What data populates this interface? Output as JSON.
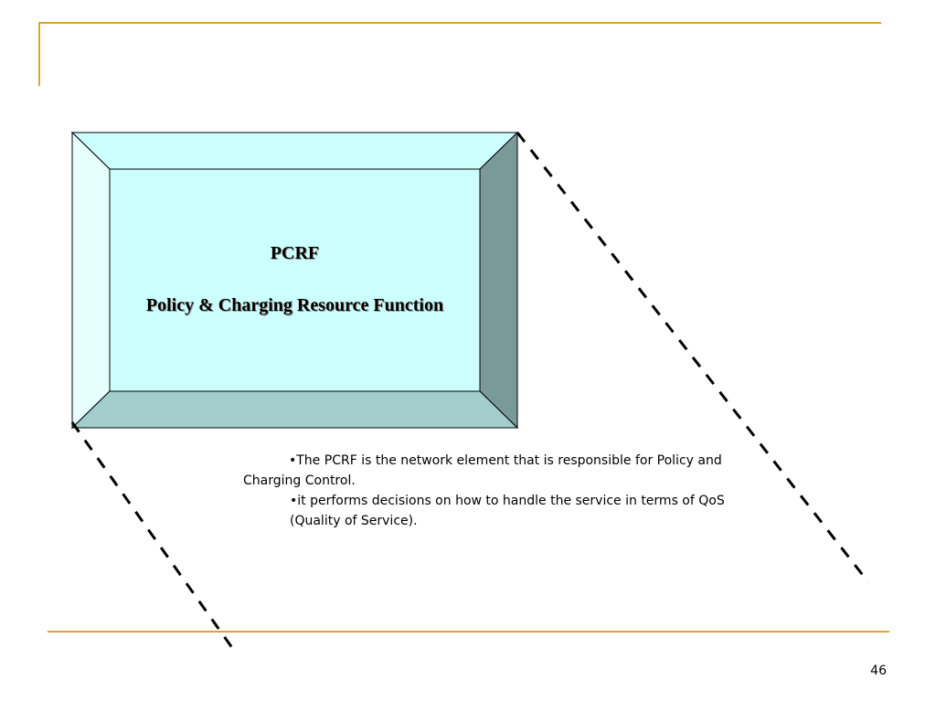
{
  "diagram": {
    "box_title": "PCRF",
    "box_subtitle": "Policy & Charging Resource Function"
  },
  "notes": [
    "•The PCRF is the network element that is responsible for Policy and Charging Control.",
    "•it performs decisions on how to handle the service in terms of QoS (Quality of Service)."
  ],
  "page_number": "46",
  "colors": {
    "accent_line": "#e0a526",
    "box_face": "#ccffff",
    "bevel_top": "#ccffff",
    "bevel_left": "#e6ffff",
    "bevel_right": "#7a9a9a",
    "bevel_bottom": "#a3cccc"
  }
}
